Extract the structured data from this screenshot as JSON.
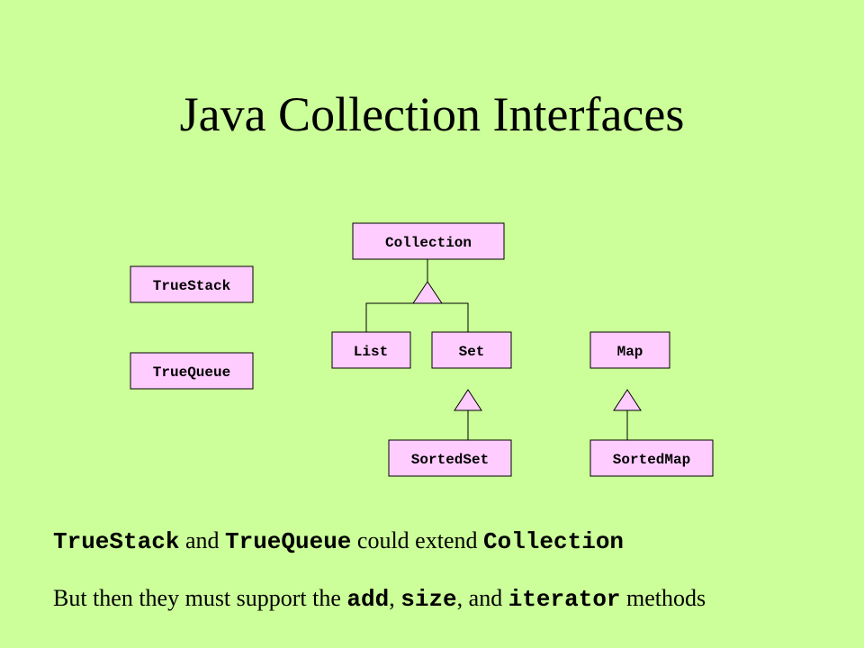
{
  "title": "Java Collection Interfaces",
  "diagram": {
    "collection": "Collection",
    "truestack": "TrueStack",
    "truequeue": "TrueQueue",
    "list": "List",
    "set": "Set",
    "map": "Map",
    "sortedset": "SortedSet",
    "sortedmap": "SortedMap"
  },
  "text": {
    "line1": {
      "a": "TrueStack",
      "b": " and ",
      "c": "TrueQueue",
      "d": " could extend ",
      "e": "Collection"
    },
    "line2": {
      "a": "But then they must support the ",
      "b": "add",
      "c": ", ",
      "d": "size",
      "e": ", and ",
      "f": "iterator",
      "g": " methods"
    }
  },
  "colors": {
    "background": "#ccff99",
    "box_fill": "#ffccff"
  }
}
